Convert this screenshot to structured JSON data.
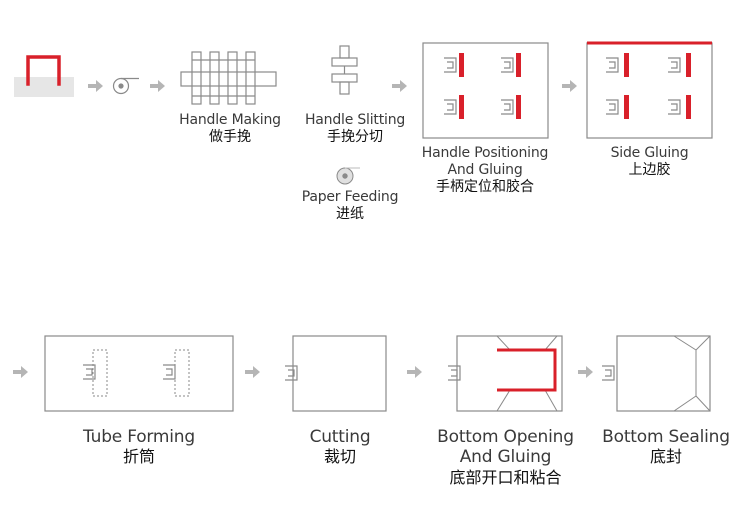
{
  "colors": {
    "accent": "#d9202a",
    "outline": "#8a8a8a",
    "arrow": "#b5b5b5",
    "panel_fill": "#e6e6e6"
  },
  "steps": {
    "handle_making": {
      "en": "Handle Making",
      "zh": "做手挽"
    },
    "handle_slitting": {
      "en": "Handle Slitting",
      "zh": "手挽分切"
    },
    "paper_feeding": {
      "en": "Paper Feeding",
      "zh": "进纸"
    },
    "handle_positioning": {
      "en1": "Handle Positioning",
      "en2": "And Gluing",
      "zh": "手柄定位和胶合"
    },
    "side_gluing": {
      "en": "Side Gluing",
      "zh": "上边胶"
    },
    "tube_forming": {
      "en": "Tube Forming",
      "zh": "折筒"
    },
    "cutting": {
      "en": "Cutting",
      "zh": "裁切"
    },
    "bottom_opening": {
      "en1": "Bottom Opening",
      "en2": "And Gluing",
      "zh": "底部开口和粘合"
    },
    "bottom_sealing": {
      "en": "Bottom Sealing",
      "zh": "底封"
    }
  }
}
